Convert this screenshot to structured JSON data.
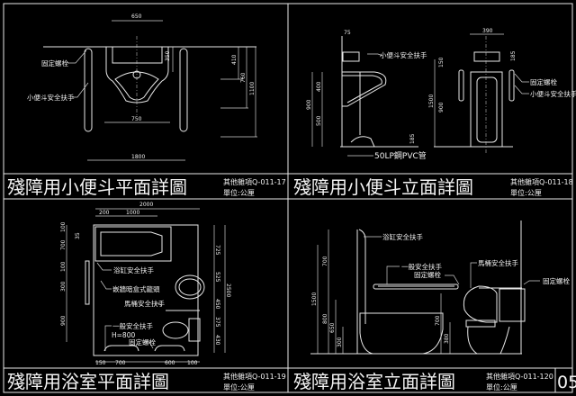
{
  "panels": [
    {
      "title": "殘障用小便斗平面詳圖",
      "code": "其他雜項Q-011-17",
      "unit": "單位:公厘",
      "labels": [
        "固定螺栓",
        "小便斗安全扶手"
      ],
      "dims": [
        "650",
        "350",
        "410",
        "760",
        "1100",
        "750",
        "1800"
      ]
    },
    {
      "title": "殘障用小便斗立面詳圖",
      "code": "其他雜項Q-011-18",
      "unit": "單位:公厘",
      "labels": [
        "小便斗安全扶手",
        "50LP鋼PVC管",
        "固定螺栓",
        "小便斗安全扶手"
      ],
      "dims": [
        "75",
        "400",
        "900",
        "500",
        "185",
        "390",
        "150",
        "1500",
        "900",
        "185"
      ]
    },
    {
      "title": "殘障用浴室平面詳圖",
      "code": "其他雜項Q-011-19",
      "unit": "單位:公厘",
      "labels": [
        "浴缸安全扶手",
        "嵌牆暗盒式龍頭",
        "馬桶安全扶手",
        "一般安全扶手",
        "H=800",
        "固定螺栓"
      ],
      "dims": [
        "2000",
        "200",
        "1000",
        "100",
        "700",
        "100",
        "300",
        "900",
        "725",
        "525",
        "450",
        "375",
        "430",
        "2500",
        "150",
        "700",
        "600",
        "100",
        "35"
      ]
    },
    {
      "title": "殘障用浴室立面詳圖",
      "code": "其他雜項Q-011-120",
      "unit": "單位:公厘",
      "labels": [
        "浴缸安全扶手",
        "一般安全扶手",
        "固定螺栓",
        "馬桶安全扶手",
        "固定螺栓"
      ],
      "dims": [
        "700",
        "1500",
        "800",
        "650",
        "300",
        "700",
        "380"
      ]
    }
  ],
  "sheet_number": "05"
}
